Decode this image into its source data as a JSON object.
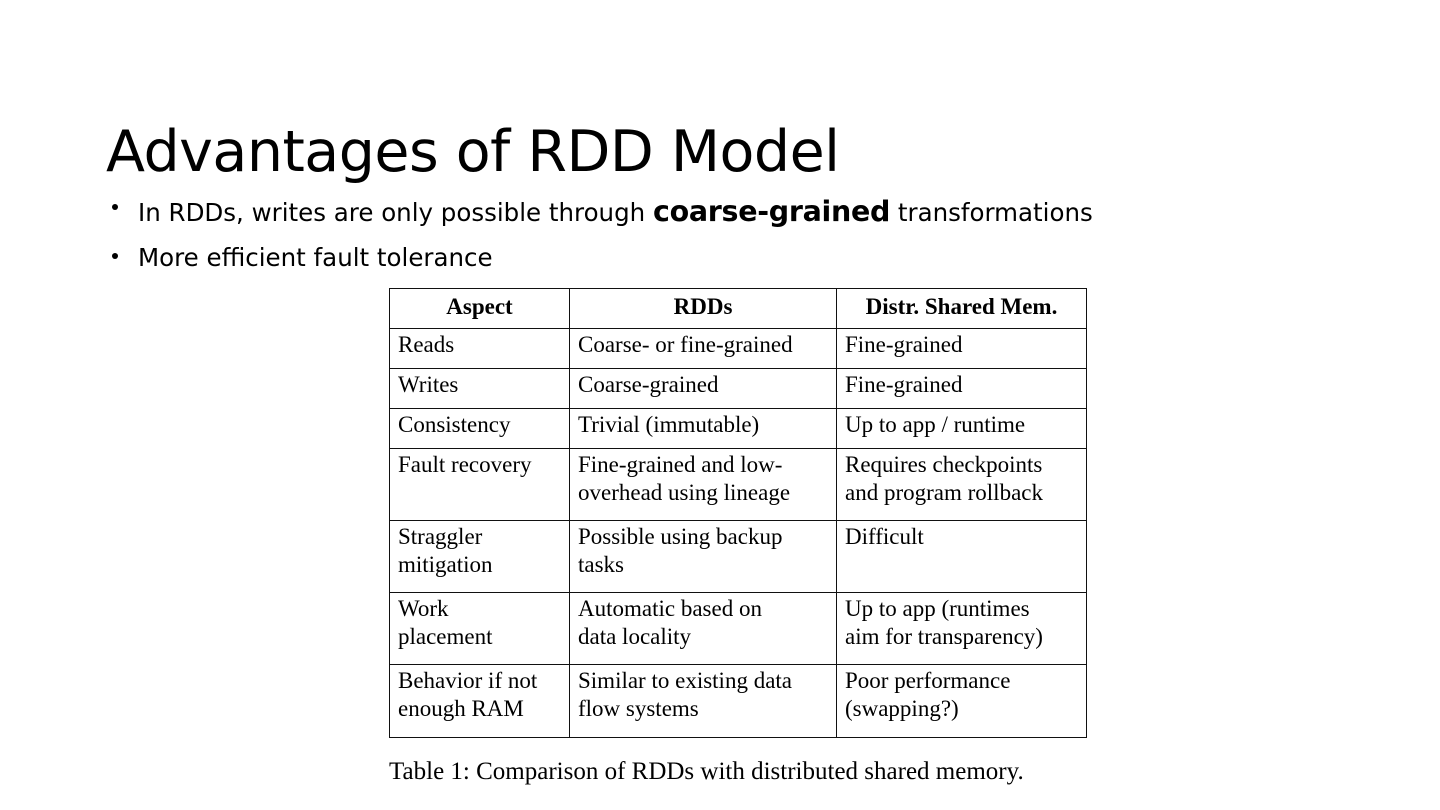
{
  "slide": {
    "title": "Advantages of RDD Model",
    "background_color": "#ffffff",
    "text_color": "#000000"
  },
  "bullets": [
    {
      "marker": "bullet-dot",
      "prefix": "In RDDs, writes are only possible through ",
      "emphasis": "coarse-grained",
      "suffix": " transformations"
    },
    {
      "marker": "bullet-dot",
      "prefix": "More efficient fault tolerance",
      "emphasis": "",
      "suffix": ""
    }
  ],
  "table": {
    "headers": [
      "Aspect",
      "RDDs",
      "Distr. Shared Mem."
    ],
    "rows": [
      {
        "aspect": [
          "Reads"
        ],
        "rdds": [
          "Coarse- or fine-grained"
        ],
        "dsm": [
          "Fine-grained"
        ]
      },
      {
        "aspect": [
          "Writes"
        ],
        "rdds": [
          "Coarse-grained"
        ],
        "dsm": [
          "Fine-grained"
        ]
      },
      {
        "aspect": [
          "Consistency"
        ],
        "rdds": [
          "Trivial (immutable)"
        ],
        "dsm": [
          "Up to app / runtime"
        ]
      },
      {
        "aspect": [
          "Fault recovery"
        ],
        "rdds": [
          "Fine-grained and low-",
          "overhead using lineage"
        ],
        "dsm": [
          "Requires checkpoints",
          "and program rollback"
        ]
      },
      {
        "aspect": [
          "Straggler",
          "mitigation"
        ],
        "rdds": [
          "Possible using backup",
          "tasks"
        ],
        "dsm": [
          "Difficult"
        ]
      },
      {
        "aspect": [
          "Work",
          "placement"
        ],
        "rdds": [
          "Automatic based on",
          "data locality"
        ],
        "dsm": [
          "Up to app (runtimes",
          "aim for transparency)"
        ]
      },
      {
        "aspect": [
          "Behavior if not",
          "enough RAM"
        ],
        "rdds": [
          "Similar to existing data",
          "flow systems"
        ],
        "dsm": [
          "Poor performance",
          "(swapping?)"
        ]
      }
    ],
    "caption": "Table 1: Comparison of RDDs with distributed shared memory."
  }
}
